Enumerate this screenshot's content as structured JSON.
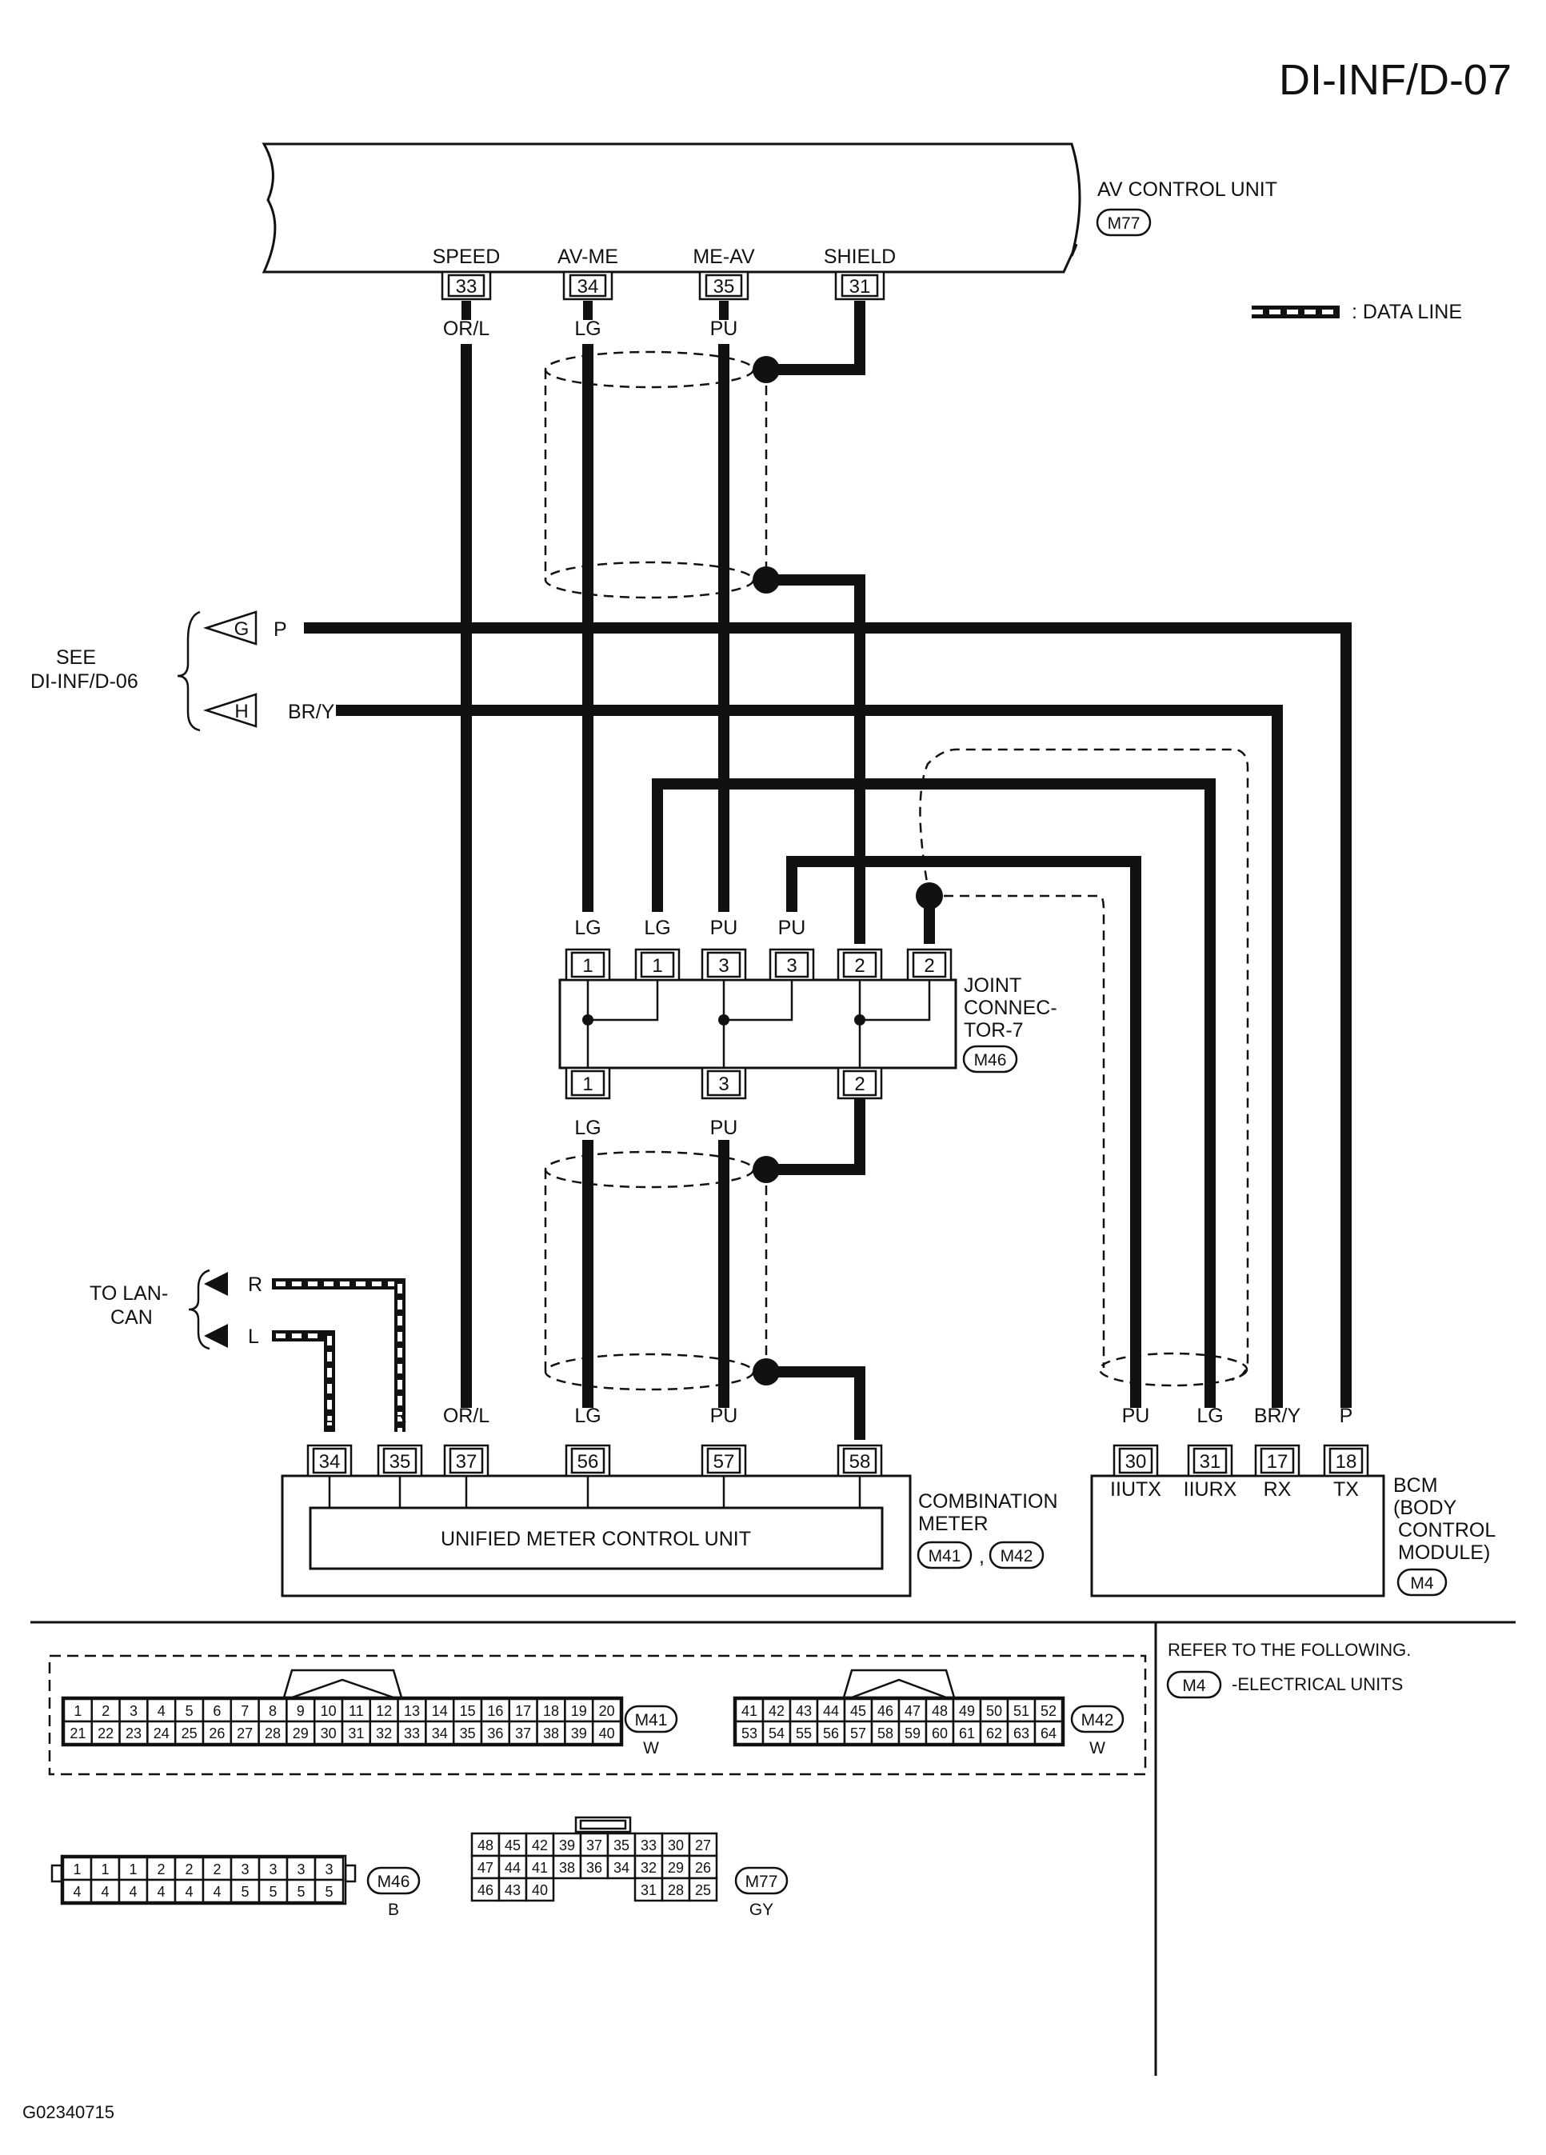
{
  "page_code": "DI-INF/D-07",
  "figure_id": "G02340715",
  "legend": {
    "data_line": ": DATA LINE"
  },
  "av_unit": {
    "name": "AV CONTROL UNIT",
    "connector": "M77",
    "terminals": [
      {
        "label": "SPEED",
        "pin": "33",
        "wire": "OR/L"
      },
      {
        "label": "AV-ME",
        "pin": "34",
        "wire": "LG"
      },
      {
        "label": "ME-AV",
        "pin": "35",
        "wire": "PU"
      },
      {
        "label": "SHIELD",
        "pin": "31",
        "wire": ""
      }
    ]
  },
  "see_ref": {
    "line1": "SEE",
    "line2": "DI-INF/D-06",
    "g_id": "G",
    "g_color": "P",
    "h_id": "H",
    "h_color": "BR/Y"
  },
  "joint": {
    "line1": "JOINT",
    "line2": "CONNEC-",
    "line3": "TOR-7",
    "connector": "M46",
    "top_pins": [
      {
        "pin": "1",
        "wire": "LG"
      },
      {
        "pin": "1",
        "wire": "LG"
      },
      {
        "pin": "3",
        "wire": "PU"
      },
      {
        "pin": "3",
        "wire": "PU"
      },
      {
        "pin": "2",
        "wire": ""
      },
      {
        "pin": "2",
        "wire": ""
      }
    ],
    "bottom_pins": [
      {
        "pin": "1",
        "wire": "LG"
      },
      {
        "pin": "3",
        "wire": "PU"
      },
      {
        "pin": "2",
        "wire": ""
      }
    ]
  },
  "lan": {
    "line1": "TO LAN-",
    "line2": "CAN",
    "r": "R",
    "l": "L"
  },
  "meter": {
    "line1": "COMBINATION",
    "line2": "METER",
    "conn1": "M41",
    "sep": ",",
    "conn2": "M42",
    "inner": "UNIFIED METER CONTROL UNIT",
    "pins": [
      {
        "pin": "34",
        "wire": "L"
      },
      {
        "pin": "35",
        "wire": "R"
      },
      {
        "pin": "37",
        "wire": "OR/L"
      },
      {
        "pin": "56",
        "wire": "LG"
      },
      {
        "pin": "57",
        "wire": "PU"
      },
      {
        "pin": "58",
        "wire": ""
      }
    ]
  },
  "bcm": {
    "line1": "BCM",
    "line2": "(BODY",
    "line3": "CONTROL",
    "line4": "MODULE)",
    "connector": "M4",
    "pins": [
      {
        "pin": "30",
        "wire": "PU",
        "func": "IIUTX"
      },
      {
        "pin": "31",
        "wire": "LG",
        "func": "IIURX"
      },
      {
        "pin": "17",
        "wire": "BR/Y",
        "func": "RX"
      },
      {
        "pin": "18",
        "wire": "P",
        "func": "TX"
      }
    ]
  },
  "refer": {
    "text": "REFER TO THE FOLLOWING.",
    "connector": "M4",
    "item": "-ELECTRICAL UNITS"
  },
  "connector_views": {
    "m41": {
      "name": "M41",
      "color": "W",
      "row1": [
        "1",
        "2",
        "3",
        "4",
        "5",
        "6",
        "7",
        "8",
        "9",
        "10",
        "11",
        "12",
        "13",
        "14",
        "15",
        "16",
        "17",
        "18",
        "19",
        "20"
      ],
      "row2": [
        "21",
        "22",
        "23",
        "24",
        "25",
        "26",
        "27",
        "28",
        "29",
        "30",
        "31",
        "32",
        "33",
        "34",
        "35",
        "36",
        "37",
        "38",
        "39",
        "40"
      ]
    },
    "m42": {
      "name": "M42",
      "color": "W",
      "row1": [
        "41",
        "42",
        "43",
        "44",
        "45",
        "46",
        "47",
        "48",
        "49",
        "50",
        "51",
        "52"
      ],
      "row2": [
        "53",
        "54",
        "55",
        "56",
        "57",
        "58",
        "59",
        "60",
        "61",
        "62",
        "63",
        "64"
      ]
    },
    "m46": {
      "name": "M46",
      "color": "B",
      "row1": [
        "1",
        "1",
        "1",
        "2",
        "2",
        "2",
        "3",
        "3",
        "3",
        "3"
      ],
      "row2": [
        "4",
        "4",
        "4",
        "4",
        "4",
        "4",
        "5",
        "5",
        "5",
        "5"
      ]
    },
    "m77": {
      "name": "M77",
      "color": "GY",
      "row1": [
        "48",
        "45",
        "42",
        "39",
        "37",
        "35",
        "33",
        "30",
        "27"
      ],
      "row2": [
        "47",
        "44",
        "41",
        "38",
        "36",
        "34",
        "32",
        "29",
        "26"
      ],
      "row3a": [
        "46",
        "43",
        "40"
      ],
      "row3b": [
        "31",
        "28",
        "25"
      ]
    }
  }
}
